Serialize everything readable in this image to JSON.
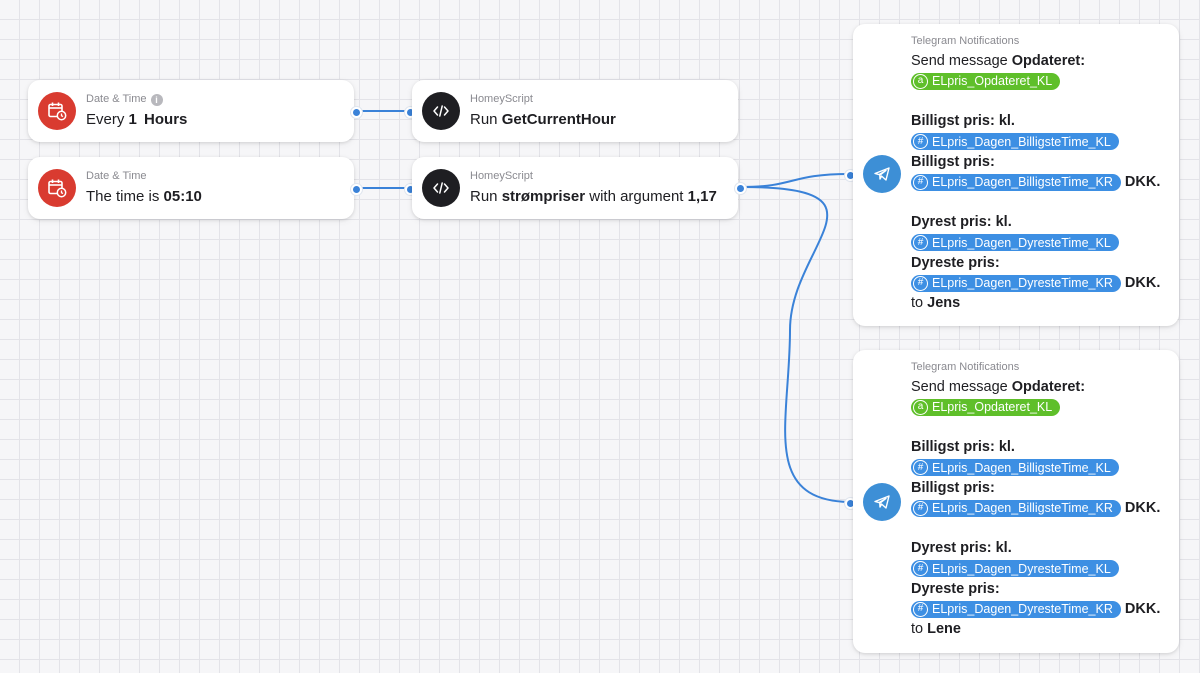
{
  "colors": {
    "trigger_icon": "#d93b30",
    "script_icon": "#1e1e22",
    "telegram_icon": "#3d8fd6",
    "wire": "#3a82d8",
    "tag_text": "#5fbf2a",
    "tag_number": "#3d8fe3"
  },
  "cards": {
    "trigger_every": {
      "kicker": "Date & Time",
      "info": "i",
      "prefix": "Every",
      "value": "1",
      "unit": "Hours",
      "icon": "calendar-clock-icon"
    },
    "trigger_time": {
      "kicker": "Date & Time",
      "prefix": "The time is",
      "value": "05:10",
      "icon": "calendar-clock-icon"
    },
    "script_hour": {
      "kicker": "HomeyScript",
      "prefix": "Run",
      "script": "GetCurrentHour",
      "icon": "code-icon"
    },
    "script_prices": {
      "kicker": "HomeyScript",
      "prefix": "Run",
      "script": "strømpriser",
      "mid": "with argument",
      "argument": "1,17",
      "icon": "code-icon"
    },
    "telegram_jens": {
      "kicker": "Telegram Notifications",
      "send_prefix": "Send message",
      "send_word": "Opdateret:",
      "tag1_sym": "a",
      "tag1": "ELpris_Opdateret_KL",
      "line_billigst_kl": "Billigst pris: kl.",
      "tag2_sym": "#",
      "tag2": "ELpris_Dagen_BilligsteTime_KL",
      "line_billigst": "Billigst pris:",
      "tag3_sym": "#",
      "tag3": "ELpris_Dagen_BilligsteTime_KR",
      "dkk1": "DKK.",
      "line_dyrest_kl": "Dyrest pris: kl.",
      "tag4_sym": "#",
      "tag4": "ELpris_Dagen_DyresteTime_KL",
      "line_dyreste": "Dyreste pris:",
      "tag5_sym": "#",
      "tag5": "ELpris_Dagen_DyresteTime_KR",
      "dkk2": "DKK.",
      "to": "to",
      "recipient": "Jens",
      "icon": "telegram-plane-icon"
    },
    "telegram_lene": {
      "kicker": "Telegram Notifications",
      "send_prefix": "Send message",
      "send_word": "Opdateret:",
      "tag1_sym": "a",
      "tag1": "ELpris_Opdateret_KL",
      "line_billigst_kl": "Billigst pris: kl.",
      "tag2_sym": "#",
      "tag2": "ELpris_Dagen_BilligsteTime_KL",
      "line_billigst": "Billigst pris:",
      "tag3_sym": "#",
      "tag3": "ELpris_Dagen_BilligsteTime_KR",
      "dkk1": "DKK.",
      "line_dyrest_kl": "Dyrest pris: kl.",
      "tag4_sym": "#",
      "tag4": "ELpris_Dagen_DyresteTime_KL",
      "line_dyreste": "Dyreste pris:",
      "tag5_sym": "#",
      "tag5": "ELpris_Dagen_DyresteTime_KR",
      "dkk2": "DKK.",
      "to": "to",
      "recipient": "Lene",
      "icon": "telegram-plane-icon"
    }
  }
}
